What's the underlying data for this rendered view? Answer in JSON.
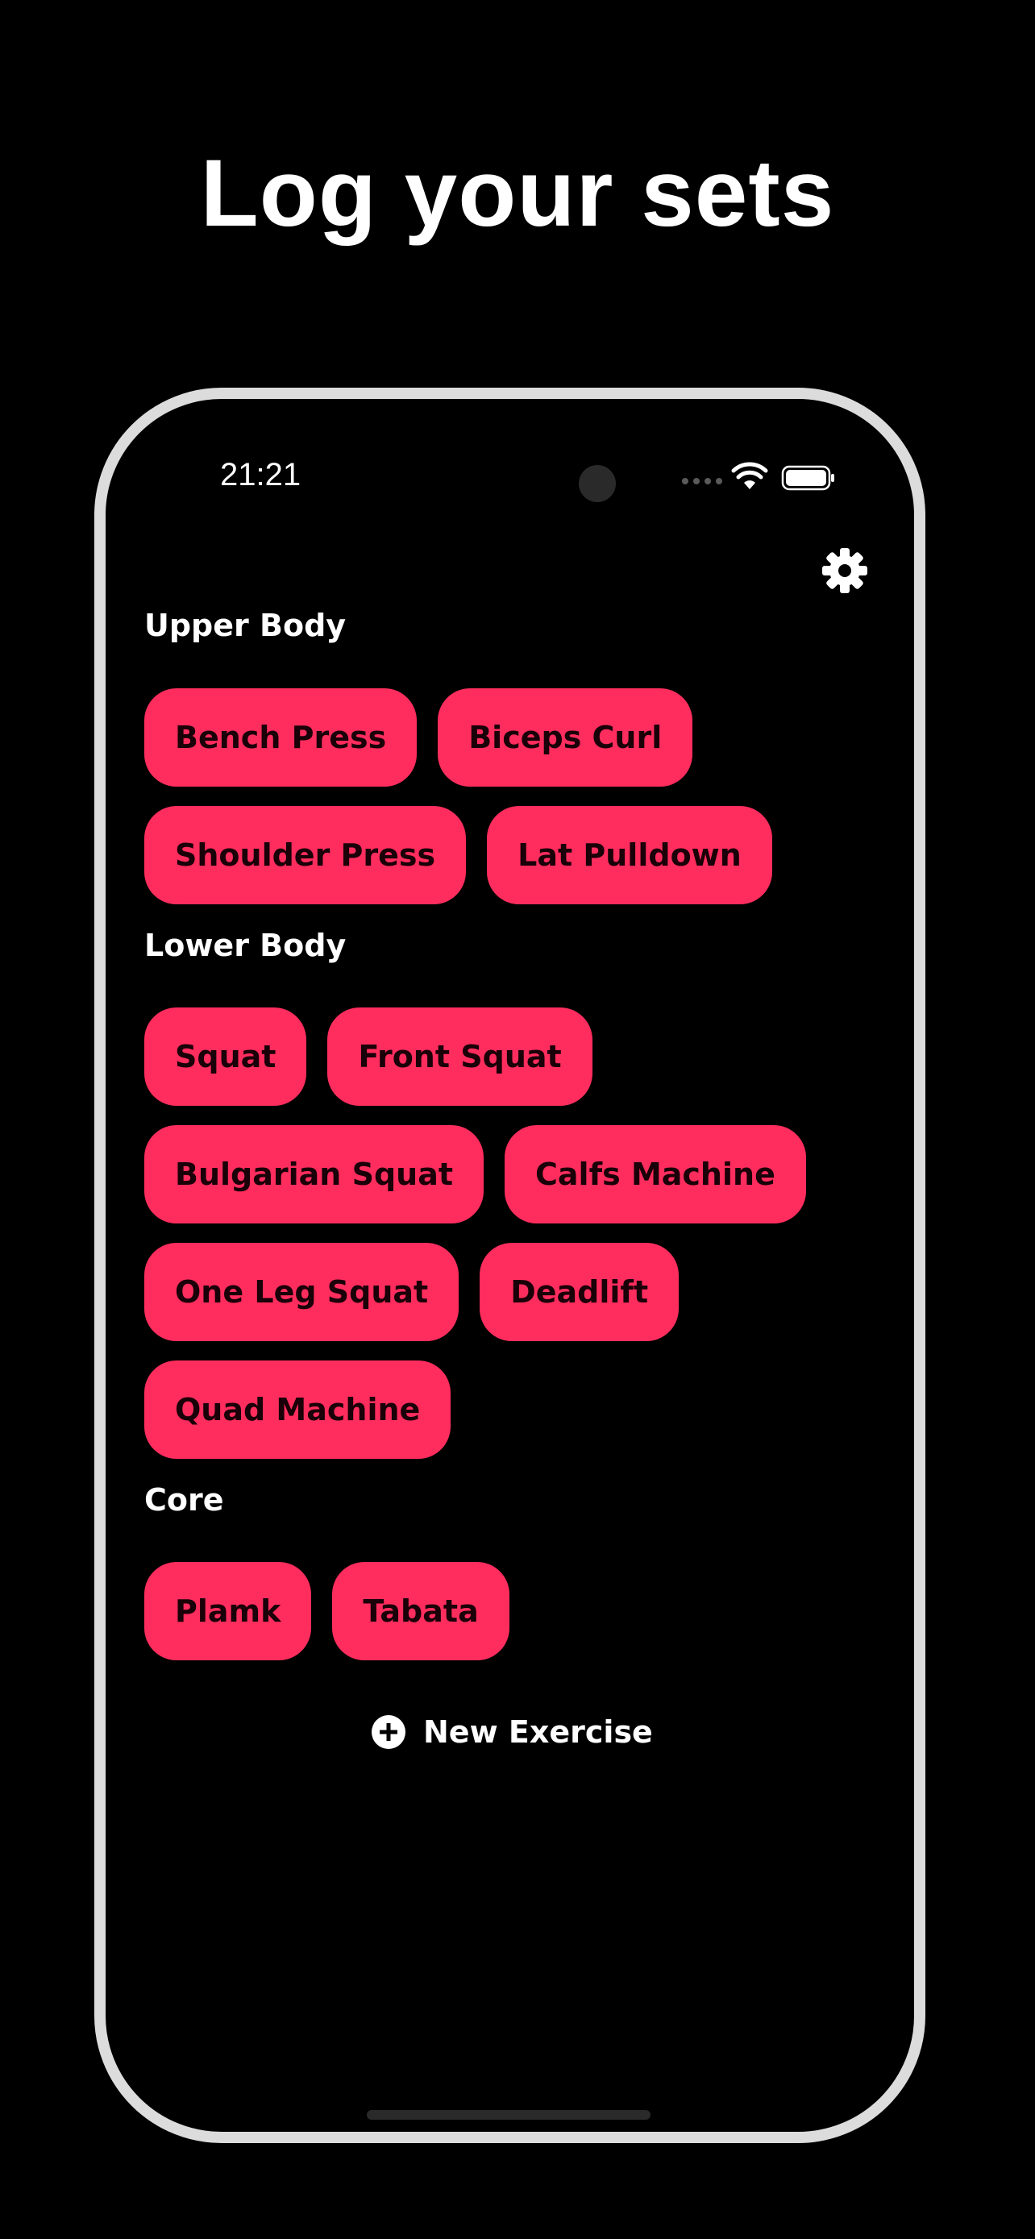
{
  "headline": "Log your sets",
  "status_bar": {
    "time": "21:21",
    "icons": [
      "signal-dots-icon",
      "wifi-icon",
      "battery-icon"
    ]
  },
  "toolbar": {
    "settings_icon": "gear-icon"
  },
  "sections": [
    {
      "title": "Upper Body",
      "rows": [
        [
          "Bench Press",
          "Biceps Curl"
        ],
        [
          "Shoulder Press",
          "Lat Pulldown"
        ]
      ]
    },
    {
      "title": "Lower Body",
      "rows": [
        [
          "Squat",
          "Front Squat"
        ],
        [
          "Bulgarian Squat",
          "Calfs Machine"
        ],
        [
          "One Leg Squat",
          "Deadlift"
        ],
        [
          "Quad Machine"
        ]
      ]
    },
    {
      "title": "Core",
      "rows": [
        [
          "Plamk",
          "Tabata"
        ]
      ]
    }
  ],
  "new_exercise": {
    "label": "New Exercise",
    "icon": "plus-circle-icon"
  },
  "colors": {
    "background": "#000000",
    "accent": "#ff2d5e",
    "pill_text": "#1a0008",
    "frame": "#dcdcdc"
  }
}
